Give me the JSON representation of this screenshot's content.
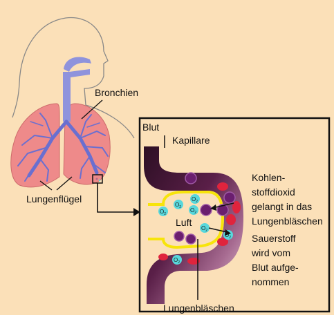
{
  "labels": {
    "bronchi": "Bronchien",
    "lung_lobes": "Lungenflügel",
    "blood": "Blut",
    "capillary": "Kapillare",
    "co2_line1": "Kohlen-",
    "co2_line2": "stoffdioxid",
    "co2_line3": "gelangt in das",
    "co2_line4": "Lungenbläschen",
    "air": "Luft",
    "o2_line1": "Sauerstoff",
    "o2_line2": "wird vom",
    "o2_line3": "Blut aufge-",
    "o2_line4": "nommen",
    "alveolus": "Lungenbläschen"
  },
  "molecule": {
    "symbol": "O",
    "subscript": "2"
  },
  "colors": {
    "background": "#fbe0b8",
    "lung": "#ee8a8a",
    "airway": "#8f93dc",
    "blood_dark": "#3b1530",
    "alveolus_wall": "#f7e40b",
    "oxygen": "#58d8dc",
    "co2": "#6a1e6e",
    "red_blood_cell": "#e0243d"
  }
}
